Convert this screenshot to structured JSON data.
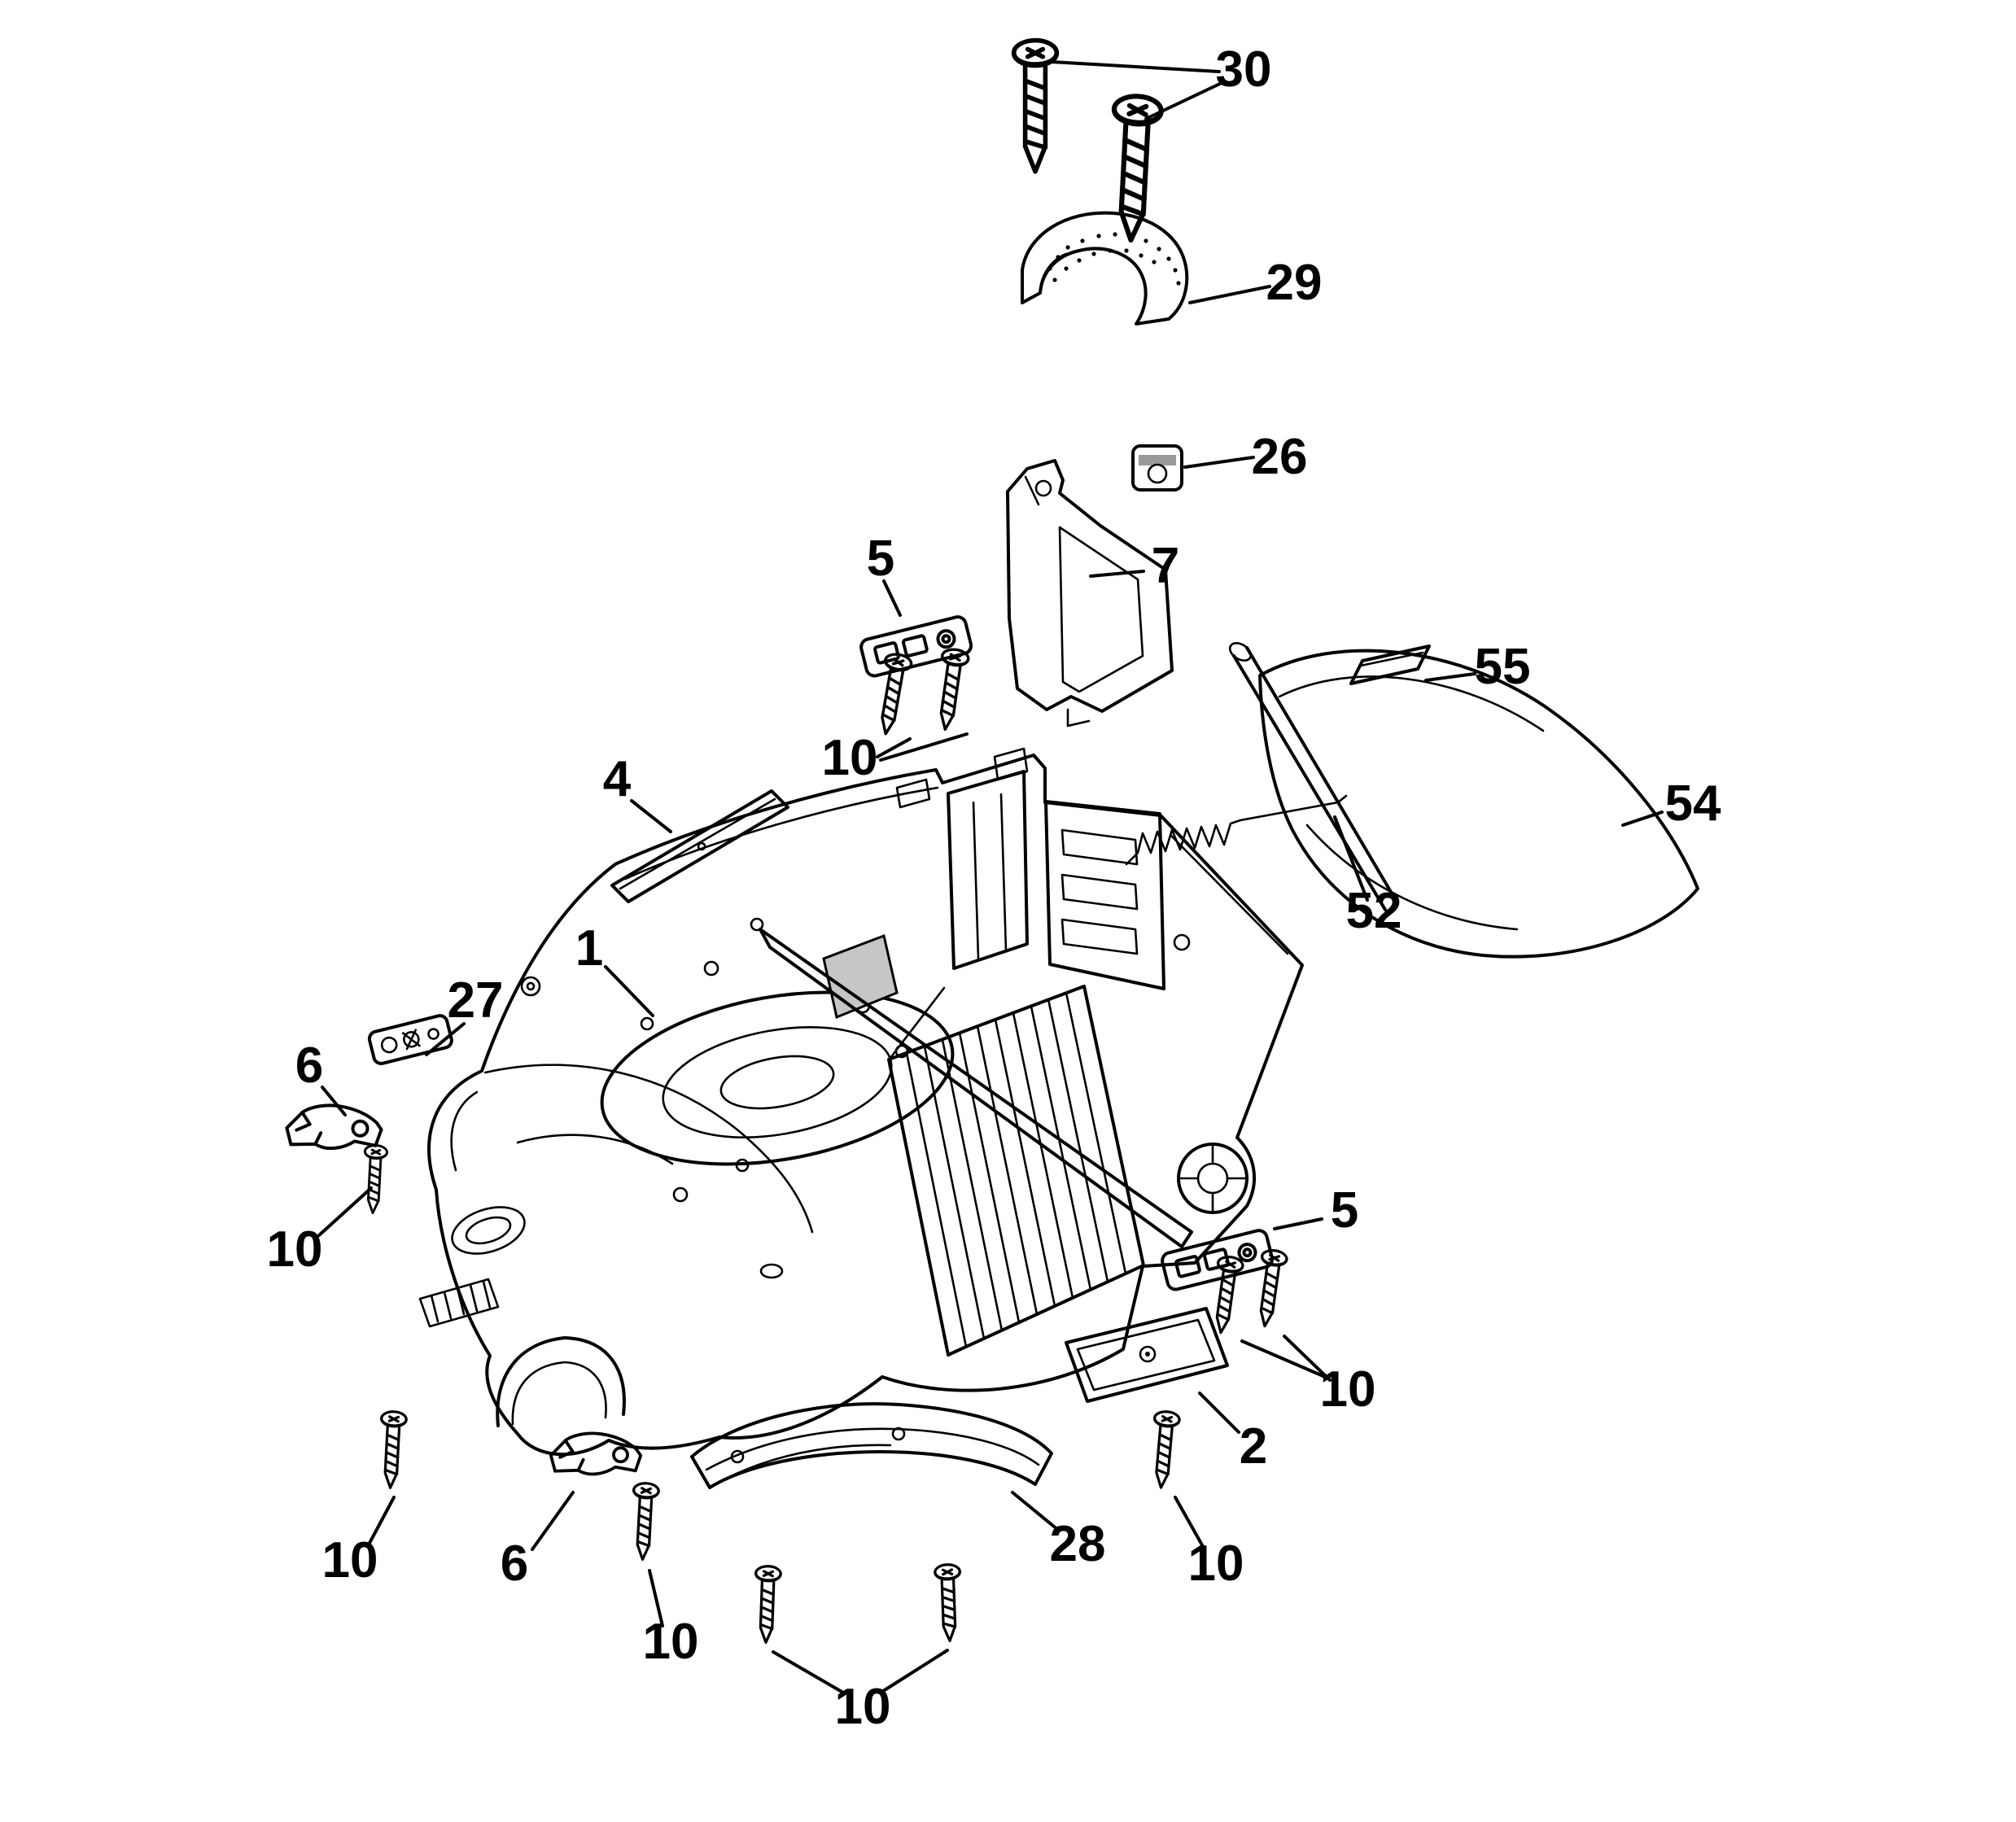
{
  "diagram": {
    "background": "#ffffff",
    "line_color": "#000000",
    "part_numbers": [
      "1",
      "2",
      "4",
      "5",
      "6",
      "7",
      "10",
      "26",
      "27",
      "28",
      "29",
      "30",
      "52",
      "54",
      "55"
    ],
    "callouts": [
      {
        "label": "30"
      },
      {
        "label": "29"
      },
      {
        "label": "26"
      },
      {
        "label": "7"
      },
      {
        "label": "5"
      },
      {
        "label": "10"
      },
      {
        "label": "55"
      },
      {
        "label": "54"
      },
      {
        "label": "52"
      },
      {
        "label": "4"
      },
      {
        "label": "1"
      },
      {
        "label": "27"
      },
      {
        "label": "6"
      },
      {
        "label": "10"
      },
      {
        "label": "5"
      },
      {
        "label": "10"
      },
      {
        "label": "2"
      },
      {
        "label": "28"
      },
      {
        "label": "10"
      },
      {
        "label": "6"
      },
      {
        "label": "10"
      },
      {
        "label": "10"
      },
      {
        "label": "10"
      }
    ]
  }
}
